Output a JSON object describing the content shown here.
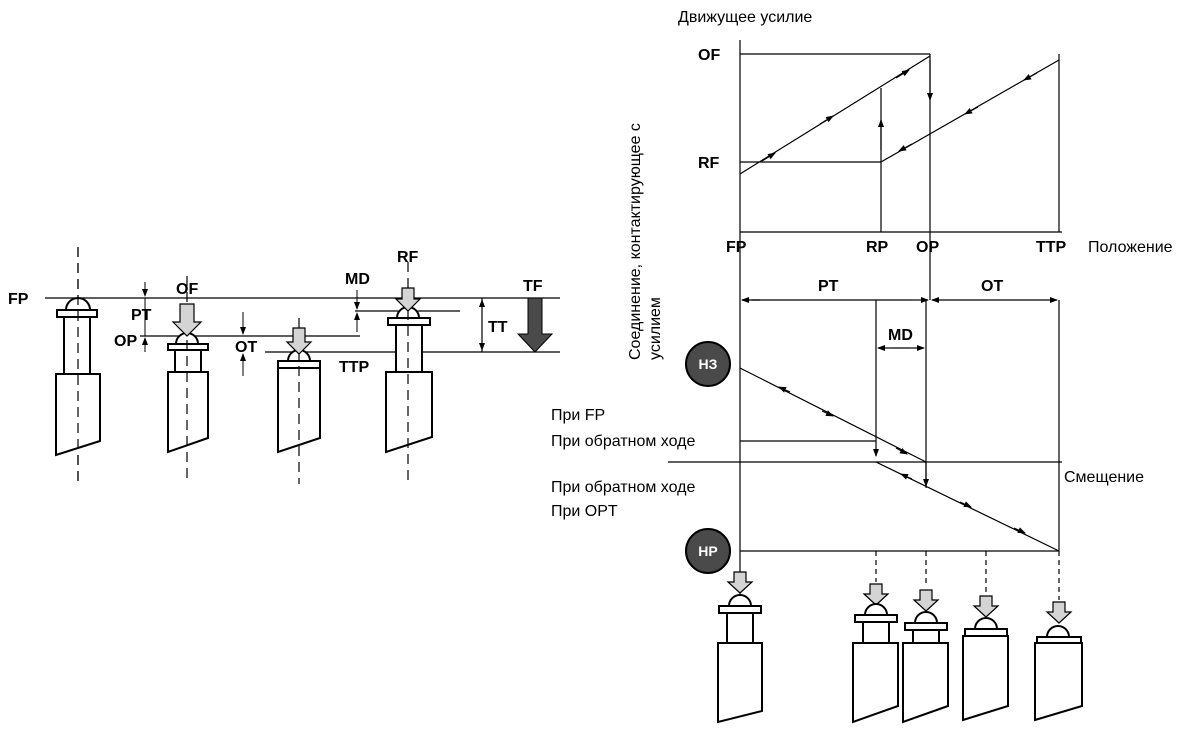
{
  "left_diagram": {
    "fp_label": "FP",
    "pt_label": "PT",
    "op_label": "OP",
    "of_label": "OF",
    "ot_label": "OT",
    "md_label": "MD",
    "rf_label": "RF",
    "ttp_label": "TTP",
    "tt_label": "TT",
    "tf_label": "TF"
  },
  "force_graph": {
    "ylabel": "Движущее усилие",
    "xlabel": "Положение",
    "of_label": "OF",
    "rf_label": "RF",
    "fp_label": "FP",
    "rp_label": "RP",
    "op_label": "OP",
    "ttp_label": "TTP"
  },
  "travel_graph": {
    "pt_label": "PT",
    "ot_label": "OT",
    "md_label": "MD",
    "vertical_label_line1": "Соединение, контактирующее с",
    "vertical_label_line2": "усилием",
    "nc_badge": "НЗ",
    "no_badge": "НР",
    "at_fp": "При FP",
    "at_return_1": "При обратном ходе",
    "at_return_2": "При обратном ходе",
    "at_opt": "При OPT",
    "displacement": "Смещение"
  },
  "colors": {
    "line": "#000000",
    "arrow_fill": "#d4d4d4",
    "tf_arrow": "#4a4a4a",
    "badge": "#4a4a4a"
  }
}
